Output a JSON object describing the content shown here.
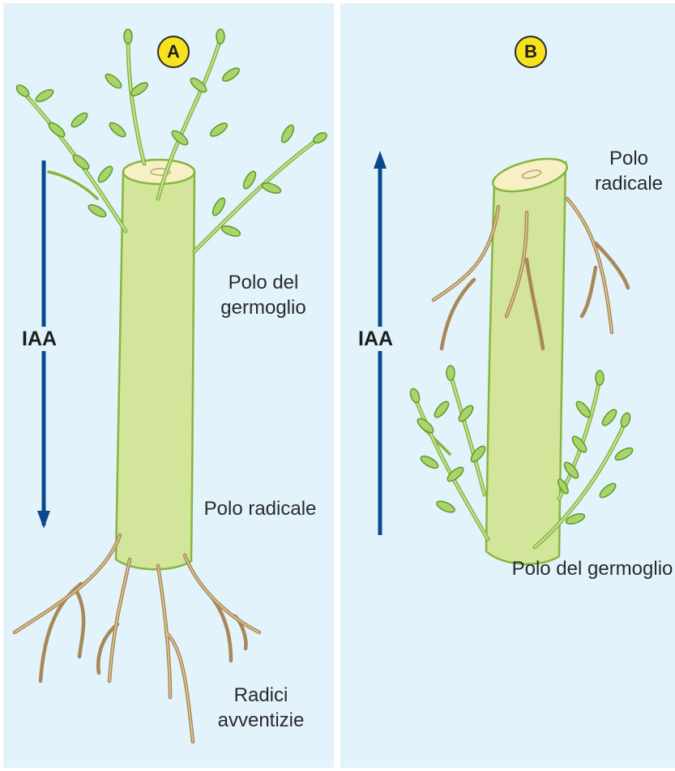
{
  "panels": [
    {
      "badge": "A",
      "arrow_label": "IAA",
      "arrow_direction": "down",
      "labels": {
        "top": "Polo del germoglio",
        "middle": "Polo radicale",
        "bottom": "Radici avventizie"
      }
    },
    {
      "badge": "B",
      "arrow_label": "IAA",
      "arrow_direction": "up",
      "labels": {
        "top": "Polo radicale",
        "bottom": "Polo del germoglio"
      }
    }
  ],
  "colors": {
    "stem": "#d3e59b",
    "stem_outline": "#86b63e",
    "cut_face": "#f7f0c4",
    "root": "#c9a872",
    "shoot": "#a8d468",
    "arrow": "#0a4a8c",
    "badge": "#f6e31d",
    "panel_bg": "#e2f3fc"
  }
}
